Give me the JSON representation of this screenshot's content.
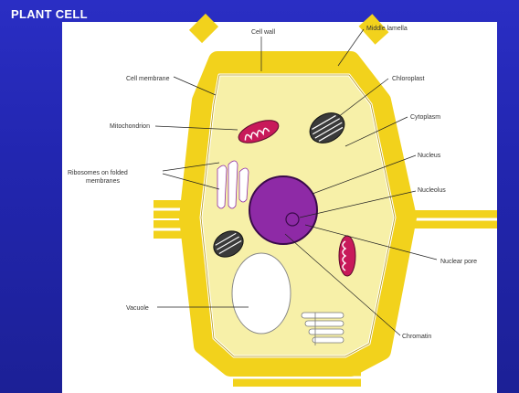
{
  "slide": {
    "title": "PLANT  CELL"
  },
  "labels": {
    "cell_wall": "Cell wall",
    "middle_lamella": "Middle lamella",
    "cell_membrane": "Cell membrane",
    "chloroplast": "Chloroplast",
    "mitochondrion": "Mitochondrion",
    "cytoplasm": "Cytoplasm",
    "ribosomes_line1": "Ribosomes on folded",
    "ribosomes_line2": "membranes",
    "nucleus": "Nucleus",
    "nucleolus": "Nucleolus",
    "nuclear_pore": "Nuclear pore",
    "vacuole": "Vacuole",
    "chromatin": "Chromatin"
  },
  "colors": {
    "background": "#2226b0",
    "cell_wall": "#f2d21c",
    "cytoplasm": "#f7f0a8",
    "nucleus": "#8e2aa6",
    "mitochondrion": "#c8195a",
    "chloroplast": "#3a3a3a"
  }
}
